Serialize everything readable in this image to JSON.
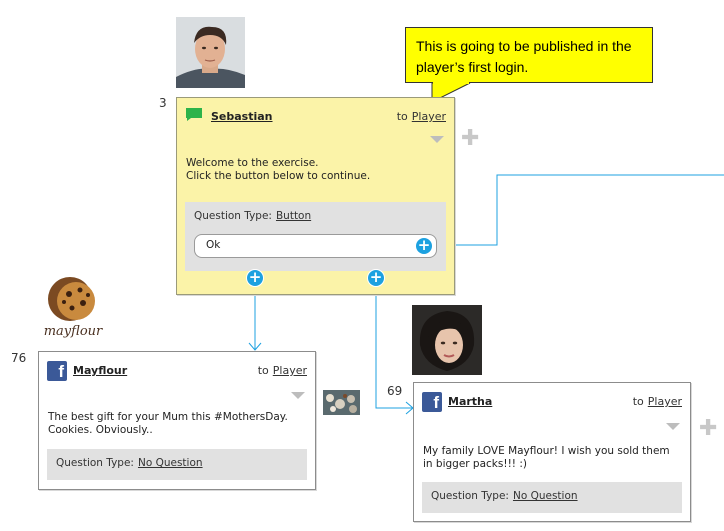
{
  "callout": {
    "text": "This is going to be published in the player’s first login."
  },
  "node3": {
    "id": "3",
    "sender": "Sebastian",
    "to_word": "to",
    "recipient": "Player",
    "message": "Welcome to the exercise.\nClick the button below to continue.",
    "question_type_label": "Question Type:",
    "question_type": "Button",
    "answer": "Ok",
    "icon": "chat-bubble-icon"
  },
  "node76": {
    "id": "76",
    "sender": "Mayflour",
    "to_word": "to",
    "recipient": "Player",
    "message": "The best gift for your Mum this #MothersDay.\nCookies. Obviously..",
    "question_type_label": "Question Type:",
    "question_type": "No Question",
    "icon": "facebook-icon",
    "logo_text": "mayflour"
  },
  "node69": {
    "id": "69",
    "sender": "Martha",
    "to_word": "to",
    "recipient": "Player",
    "message": "My family LOVE Mayflour! I wish you sold them\nin bigger packs!!! :)",
    "question_type_label": "Question Type:",
    "question_type": "No Question",
    "icon": "facebook-icon"
  },
  "colors": {
    "connector": "#1da1e0",
    "card_yellow": "#fbf3a8",
    "callout": "#ffff00",
    "facebook": "#3b5998",
    "chat_green": "#2db34a"
  }
}
